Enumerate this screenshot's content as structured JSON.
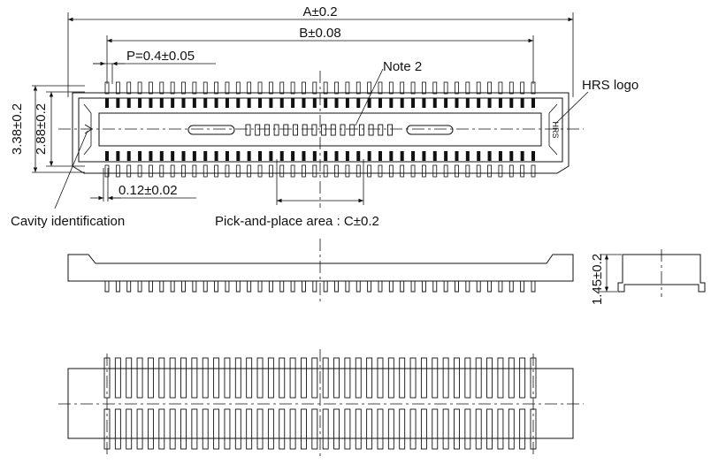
{
  "labels": {
    "dim_a": "A±0.2",
    "dim_b": "B±0.08",
    "pitch": "P=0.4±0.05",
    "note2": "Note 2",
    "hrs_logo": "HRS logo",
    "dim_338": "3.38±0.2",
    "dim_288": "2.88±0.2",
    "dim_012": "0.12±0.02",
    "cavity": "Cavity identification",
    "pick_place": "Pick-and-place area : C±0.2",
    "dim_145": "1.45±0.2",
    "logo_mark": "HRS"
  }
}
